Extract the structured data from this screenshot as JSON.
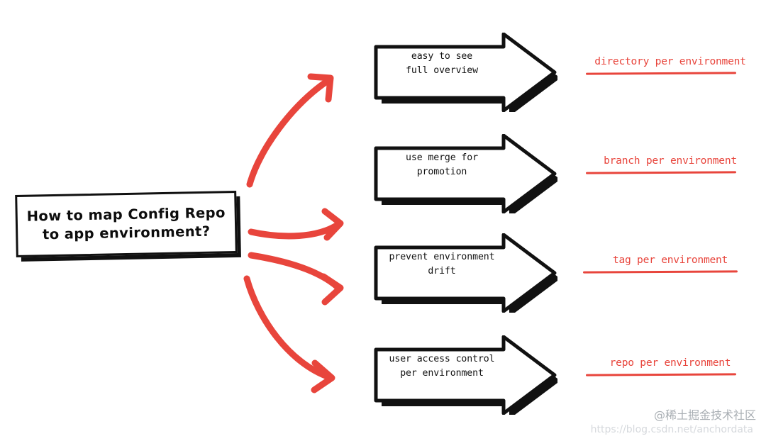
{
  "diagram": {
    "title_box": {
      "text": "How to map Config Repo\nto app environment?"
    },
    "branches": [
      {
        "benefit": "easy to see\nfull overview",
        "strategy": "directory per environment"
      },
      {
        "benefit": "use merge for\npromotion",
        "strategy": "branch per environment"
      },
      {
        "benefit": "prevent environment\ndrift",
        "strategy": "tag per environment"
      },
      {
        "benefit": "user access control\nper environment",
        "strategy": "repo per environment"
      }
    ],
    "colors": {
      "accent_red": "#e8453c",
      "ink_black": "#111111",
      "background": "#ffffff",
      "watermark_gray": "#9aa0a6"
    },
    "watermark": {
      "handle": "@稀土掘金技术社区",
      "url": "https://blog.csdn.net/anchordata"
    }
  }
}
